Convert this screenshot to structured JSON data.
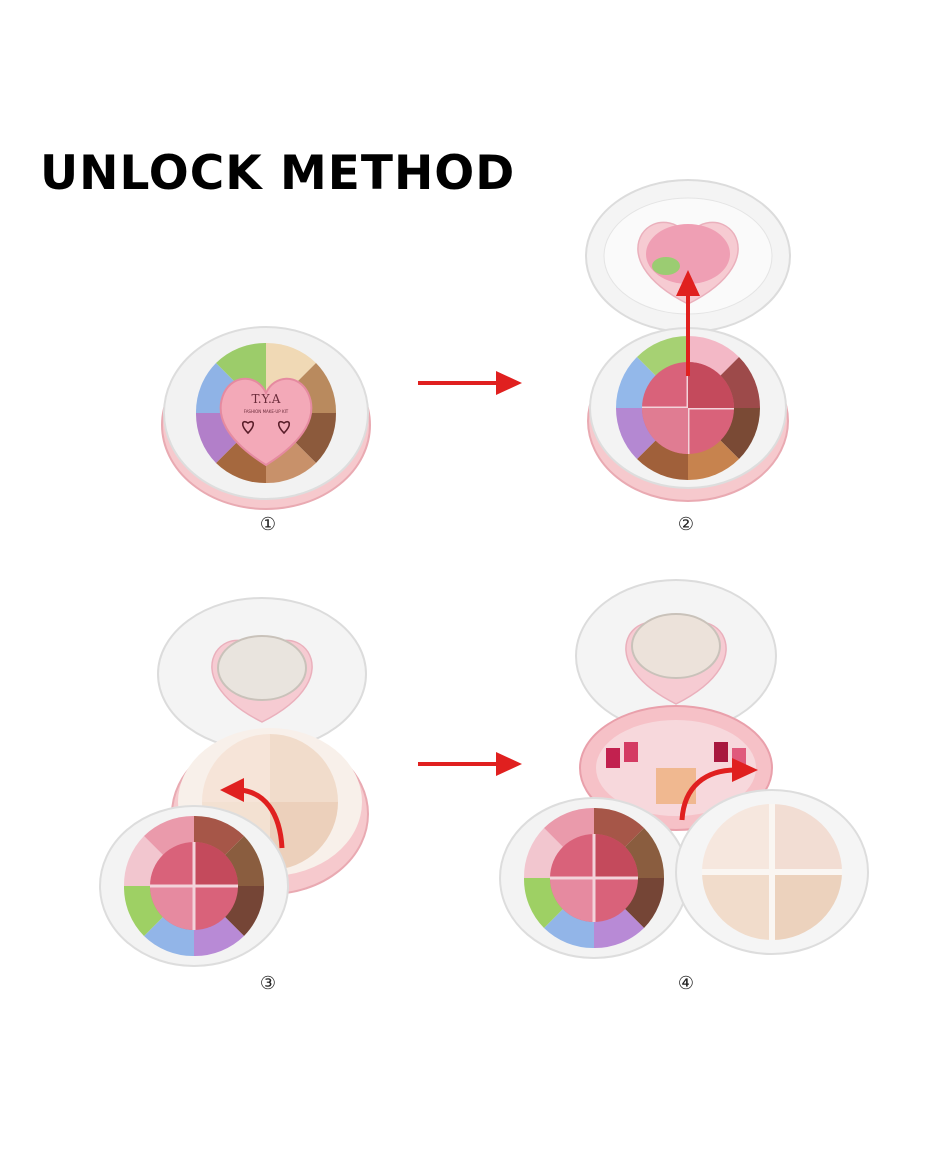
{
  "title": "UNLOCK METHOD",
  "brand": "T.Y.A",
  "brand_tagline": "FASHION MAKE-UP KIT",
  "steps": [
    {
      "label": "①"
    },
    {
      "label": "②"
    },
    {
      "label": "③"
    },
    {
      "label": "④"
    }
  ],
  "colors": {
    "arrow_red": "#e0201f",
    "case_pink": "#f4c4c8",
    "lid_clear": "#eeeeee",
    "blush": "#d9627a",
    "rose": "#c44a5c",
    "powder": "#f1dccb"
  }
}
